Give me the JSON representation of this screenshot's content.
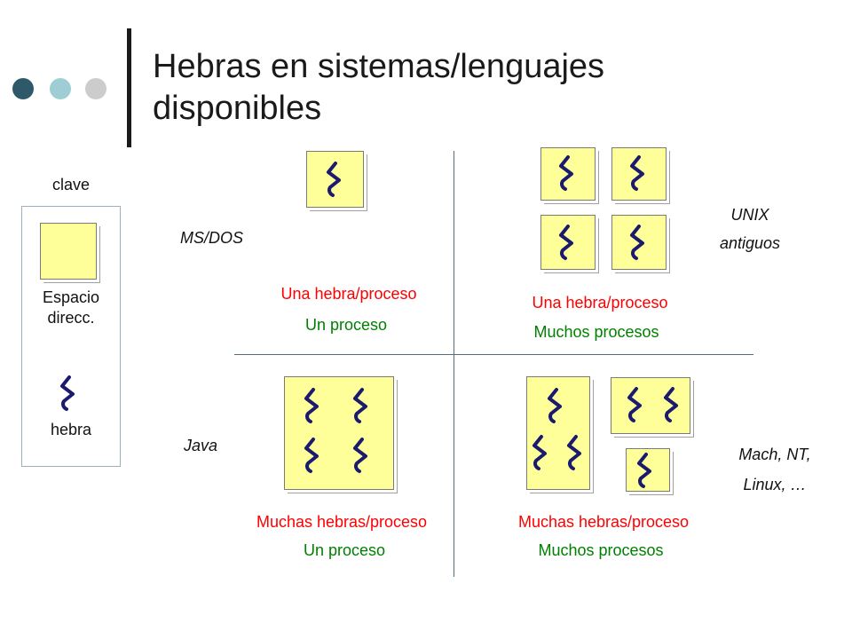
{
  "slide": {
    "title_line1": "Hebras en sistemas/lenguajes",
    "title_line2": "disponibles"
  },
  "colors": {
    "dot_dark": "#2e5968",
    "dot_light": "#9ecdd3",
    "dot_gray": "#cccccc",
    "space_fill": "#ffff99",
    "thread": "#1a1a6e",
    "red_text": "#ff0000",
    "green_text": "#008000",
    "axis": "#546e7a"
  },
  "legend": {
    "title": "clave",
    "space_label_line1": "Espacio",
    "space_label_line2": "direcc.",
    "thread_label": "hebra"
  },
  "quadrants": {
    "top_left": {
      "example": "MS/DOS",
      "threads_label": "Una hebra/proceso",
      "processes_label": "Un proceso"
    },
    "top_right": {
      "example_line1": "UNIX",
      "example_line2": "antiguos",
      "threads_label": "Una hebra/proceso",
      "processes_label": "Muchos procesos"
    },
    "bottom_left": {
      "example": "Java",
      "threads_label": "Muchas hebras/proceso",
      "processes_label": "Un proceso"
    },
    "bottom_right": {
      "example_line1": "Mach, NT,",
      "example_line2": "Linux, …",
      "threads_label": "Muchas hebras/proceso",
      "processes_label": "Muchos procesos"
    }
  }
}
